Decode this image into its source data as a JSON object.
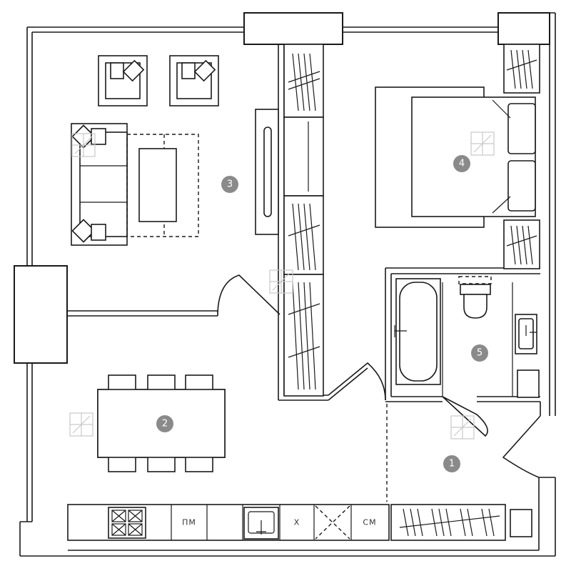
{
  "rooms": [
    {
      "number": "1"
    },
    {
      "number": "2"
    },
    {
      "number": "3"
    },
    {
      "number": "4"
    },
    {
      "number": "5"
    }
  ],
  "appliance_labels": {
    "dishwasher": "ПМ",
    "fridge": "Х",
    "washer": "СМ"
  }
}
